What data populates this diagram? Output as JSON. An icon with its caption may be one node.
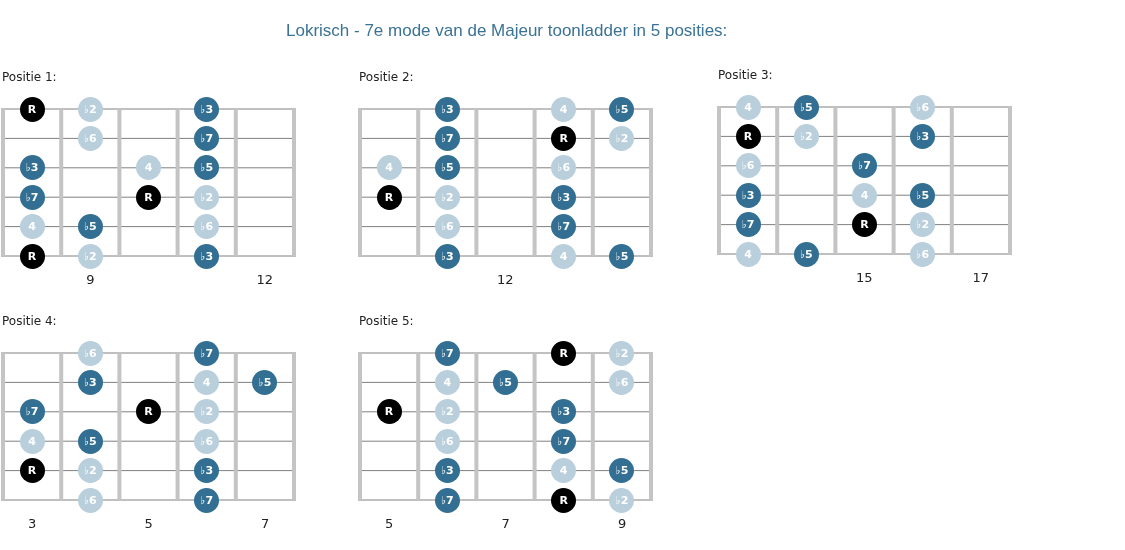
{
  "diagram": {
    "title": "Lokrisch - 7e mode van de Majeur toonladder in 5 posities:",
    "nodes": [
      {
        "text": [
          "Positie 1:"
        ]
      },
      {
        "text": [
          "R"
        ],
        "in": 0
      },
      {
        "text": [
          "♭2"
        ],
        "in": 0
      },
      {
        "text": [
          "♭3"
        ],
        "in": 0
      },
      {
        "text": [
          "♭6"
        ],
        "in": 0
      },
      {
        "text": [
          "♭7"
        ],
        "in": 0
      },
      {
        "text": [
          "♭3"
        ],
        "in": 0
      },
      {
        "text": [
          "4"
        ],
        "in": 0
      },
      {
        "text": [
          "♭5"
        ],
        "in": 0
      },
      {
        "text": [
          "♭7"
        ],
        "in": 0
      },
      {
        "text": [
          "R"
        ],
        "in": 0
      },
      {
        "text": [
          "♭2"
        ],
        "in": 0
      },
      {
        "text": [
          "4"
        ],
        "in": 0
      },
      {
        "text": [
          "♭5"
        ],
        "in": 0
      },
      {
        "text": [
          "♭6"
        ],
        "in": 0
      },
      {
        "text": [
          "R"
        ],
        "in": 0
      },
      {
        "text": [
          "♭2"
        ],
        "in": 0
      },
      {
        "text": [
          "♭3"
        ],
        "in": 0
      },
      {
        "text": [
          "Positie 2:"
        ]
      },
      {
        "text": [
          "♭3"
        ],
        "in": 18
      },
      {
        "text": [
          "4"
        ],
        "in": 18
      },
      {
        "text": [
          "♭5"
        ],
        "in": 18
      },
      {
        "text": [
          "♭7"
        ],
        "in": 18
      },
      {
        "text": [
          "R"
        ],
        "in": 18
      },
      {
        "text": [
          "♭2"
        ],
        "in": 18
      },
      {
        "text": [
          "4"
        ],
        "in": 18
      },
      {
        "text": [
          "♭5"
        ],
        "in": 18
      },
      {
        "text": [
          "♭6"
        ],
        "in": 18
      },
      {
        "text": [
          "R"
        ],
        "in": 18
      },
      {
        "text": [
          "♭2"
        ],
        "in": 18
      },
      {
        "text": [
          "♭3"
        ],
        "in": 18
      },
      {
        "text": [
          "♭6"
        ],
        "in": 18
      },
      {
        "text": [
          "♭7"
        ],
        "in": 18
      },
      {
        "text": [
          "♭3"
        ],
        "in": 18
      },
      {
        "text": [
          "4"
        ],
        "in": 18
      },
      {
        "text": [
          "♭5"
        ],
        "in": 18
      },
      {
        "text": [
          "Positie 3:"
        ]
      },
      {
        "text": [
          "4"
        ],
        "in": 36
      },
      {
        "text": [
          "♭5"
        ],
        "in": 36
      },
      {
        "text": [
          "♭6"
        ],
        "in": 36
      },
      {
        "text": [
          "R"
        ],
        "in": 36
      },
      {
        "text": [
          "♭2"
        ],
        "in": 36
      },
      {
        "text": [
          "♭3"
        ],
        "in": 36
      },
      {
        "text": [
          "♭6"
        ],
        "in": 36
      },
      {
        "text": [
          "♭7"
        ],
        "in": 36
      },
      {
        "text": [
          "♭3"
        ],
        "in": 36
      },
      {
        "text": [
          "4"
        ],
        "in": 36
      },
      {
        "text": [
          "♭5"
        ],
        "in": 36
      },
      {
        "text": [
          "♭7"
        ],
        "in": 36
      },
      {
        "text": [
          "R"
        ],
        "in": 36
      },
      {
        "text": [
          "♭2"
        ],
        "in": 36
      },
      {
        "text": [
          "4"
        ],
        "in": 36
      },
      {
        "text": [
          "♭5"
        ],
        "in": 36
      },
      {
        "text": [
          "♭6"
        ],
        "in": 36
      },
      {
        "text": [
          "Positie 4:"
        ]
      },
      {
        "text": [
          "♭6"
        ],
        "in": 54
      },
      {
        "text": [
          "♭7"
        ],
        "in": 54
      },
      {
        "text": [
          "♭3"
        ],
        "in": 54
      },
      {
        "text": [
          "4"
        ],
        "in": 54
      },
      {
        "text": [
          "♭5"
        ],
        "in": 54
      },
      {
        "text": [
          "♭7"
        ],
        "in": 54
      },
      {
        "text": [
          "R"
        ],
        "in": 54
      },
      {
        "text": [
          "♭2"
        ],
        "in": 54
      },
      {
        "text": [
          "4"
        ],
        "in": 54
      },
      {
        "text": [
          "♭5"
        ],
        "in": 54
      },
      {
        "text": [
          "♭6"
        ],
        "in": 54
      },
      {
        "text": [
          "R"
        ],
        "in": 54
      },
      {
        "text": [
          "♭2"
        ],
        "in": 54
      },
      {
        "text": [
          "♭3"
        ],
        "in": 54
      },
      {
        "text": [
          "♭6"
        ],
        "in": 54
      },
      {
        "text": [
          "♭7"
        ],
        "in": 54
      },
      {
        "text": [
          "Positie 5:"
        ]
      },
      {
        "text": [
          "♭7"
        ],
        "in": 71
      },
      {
        "text": [
          "R"
        ],
        "in": 71
      },
      {
        "text": [
          "♭2"
        ],
        "in": 71
      },
      {
        "text": [
          "4"
        ],
        "in": 71
      },
      {
        "text": [
          "♭5"
        ],
        "in": 71
      },
      {
        "text": [
          "♭6"
        ],
        "in": 71
      },
      {
        "text": [
          "R"
        ],
        "in": 71
      },
      {
        "text": [
          "♭2"
        ],
        "in": 71
      },
      {
        "text": [
          "♭3"
        ],
        "in": 71
      },
      {
        "text": [
          "♭6"
        ],
        "in": 71
      },
      {
        "text": [
          "♭7"
        ],
        "in": 71
      },
      {
        "text": [
          "♭3"
        ],
        "in": 71
      },
      {
        "text": [
          "4"
        ],
        "in": 71
      },
      {
        "text": [
          "♭5"
        ],
        "in": 71
      },
      {
        "text": [
          "♭7"
        ],
        "in": 71
      },
      {
        "text": [
          "R"
        ],
        "in": 71
      },
      {
        "text": [
          "♭2"
        ],
        "in": 71
      }
    ],
    "labels": [
      "9",
      "12",
      "12",
      "15",
      "17",
      "3",
      "5",
      "7",
      "5",
      "7",
      "9"
    ]
  }
}
